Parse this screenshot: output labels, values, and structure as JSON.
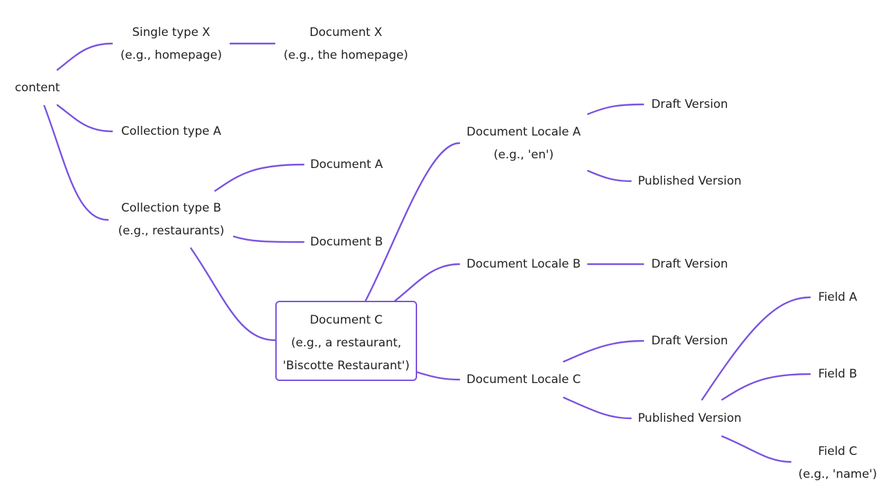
{
  "accent_color": "#7a52e0",
  "nodes": {
    "root": [
      "content"
    ],
    "single_type_x": [
      "Single type X",
      "(e.g., homepage)"
    ],
    "document_x": [
      "Document X",
      "(e.g., the homepage)"
    ],
    "collection_type_a": [
      "Collection type A"
    ],
    "collection_type_b": [
      "Collection type B",
      "(e.g., restaurants)"
    ],
    "document_a": [
      "Document A"
    ],
    "document_b": [
      "Document B"
    ],
    "document_c": [
      "Document C",
      "(e.g., a restaurant,",
      "'Biscotte Restaurant')"
    ],
    "locale_a": [
      "Document Locale A",
      "(e.g., 'en')"
    ],
    "locale_a_draft": [
      "Draft Version"
    ],
    "locale_a_published": [
      "Published Version"
    ],
    "locale_b": [
      "Document Locale B"
    ],
    "locale_b_draft": [
      "Draft Version"
    ],
    "locale_c": [
      "Document Locale C"
    ],
    "locale_c_draft": [
      "Draft Version"
    ],
    "locale_c_published": [
      "Published Version"
    ],
    "field_a": [
      "Field A"
    ],
    "field_b": [
      "Field B"
    ],
    "field_c": [
      "Field C",
      "(e.g., 'name')"
    ]
  }
}
